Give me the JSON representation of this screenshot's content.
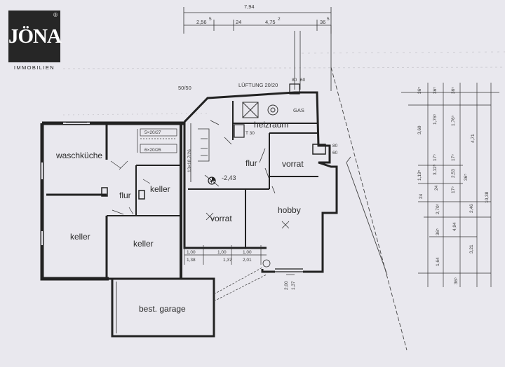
{
  "logo": {
    "name": "JÖNA",
    "reg": "®",
    "sub": "IMMOBILIEN"
  },
  "rooms": {
    "waschkueche": "waschküche",
    "flur_left": "flur",
    "keller_small": "keller",
    "keller_left": "keller",
    "keller_mid": "keller",
    "heizraum": "heizraum",
    "flur_right": "flur",
    "vorrat_top": "vorrat",
    "vorrat_bottom": "vorrat",
    "hobby": "hobby",
    "garage": "best. garage"
  },
  "labels": {
    "gas": "GAS",
    "lueftung": "LÜFTUNG 20/20",
    "level": "-2,43",
    "t30": "T 30",
    "vent_50": "50/50",
    "vent_80_60_top_a": "80",
    "vent_80_60_top_b": "60",
    "vent_80_60_right_a": "80",
    "vent_80_60_right_b": "60",
    "stair": "13×18,7/26",
    "win1": "5×20/27",
    "win2": "6×20/26"
  },
  "top_dims": {
    "total": "7,94",
    "d1": "2,56",
    "d1_sup": "5",
    "d2": "24",
    "d3": "4,75",
    "d3_sup": "2",
    "d4": "36",
    "d4_sup": "5"
  },
  "bottom_dims": {
    "a_top": "1,00",
    "a_bottom": "1,38",
    "b_top": "1,00",
    "b_bottom": "1,37",
    "c_top": "1,00",
    "c_bottom": "2,01",
    "d_top": "2,00",
    "d_bottom": "1,37"
  },
  "right_dims": {
    "c1": [
      "36⁵",
      "3,69",
      "1,19⁵",
      "24",
      "2,70¹",
      "36⁵",
      "1,64",
      "36⁵"
    ],
    "c2": [
      "36⁵",
      "1,76⁵",
      "17⁵",
      "3,12⁹",
      "24",
      "4,94",
      "17⁵"
    ],
    "c3": [
      "36⁵",
      "1,76⁵",
      "17⁵",
      "2,53",
      "36⁵",
      "2,46",
      "3,21"
    ],
    "c4": [
      "4,71",
      "10,38"
    ]
  }
}
